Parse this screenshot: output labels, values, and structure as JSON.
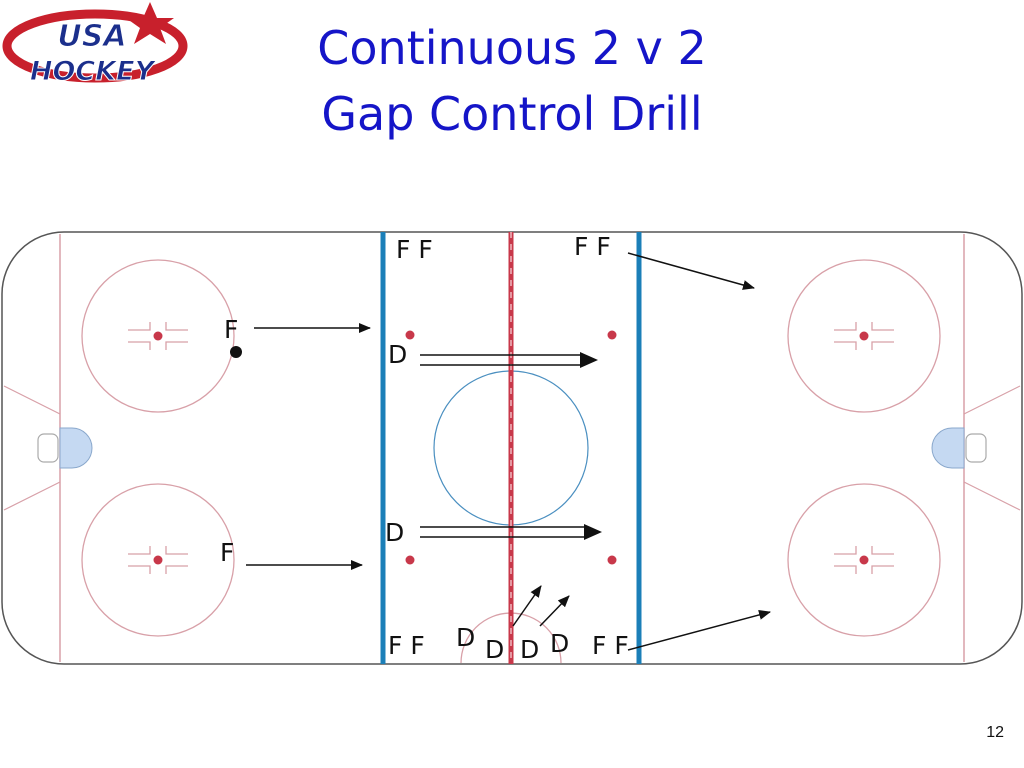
{
  "slide": {
    "title_line1": "Continuous 2 v 2",
    "title_line2": "Gap Control Drill",
    "page_number": "12"
  },
  "logo": {
    "text_top": "USA",
    "text_bottom": "HOCKEY"
  },
  "colors": {
    "title": "#1515c8",
    "blue_line": "#1b7fb8",
    "red_line": "#c8384a",
    "rink_marking": "#d8a0a8",
    "center_circle": "#4a8fc0",
    "goal_crease": "#c5d9f2"
  },
  "player_labels": {
    "top_left_ff": "F F",
    "top_right_ff": "F F",
    "left_f_top": "F",
    "left_f_bottom": "F",
    "d_top": "D",
    "d_bottom": "D",
    "bottom_left_ff": "F F",
    "bottom_d1": "D",
    "bottom_d2": "D",
    "bottom_d3": "D",
    "bottom_d4": "D",
    "bottom_right_ff": "F F"
  }
}
